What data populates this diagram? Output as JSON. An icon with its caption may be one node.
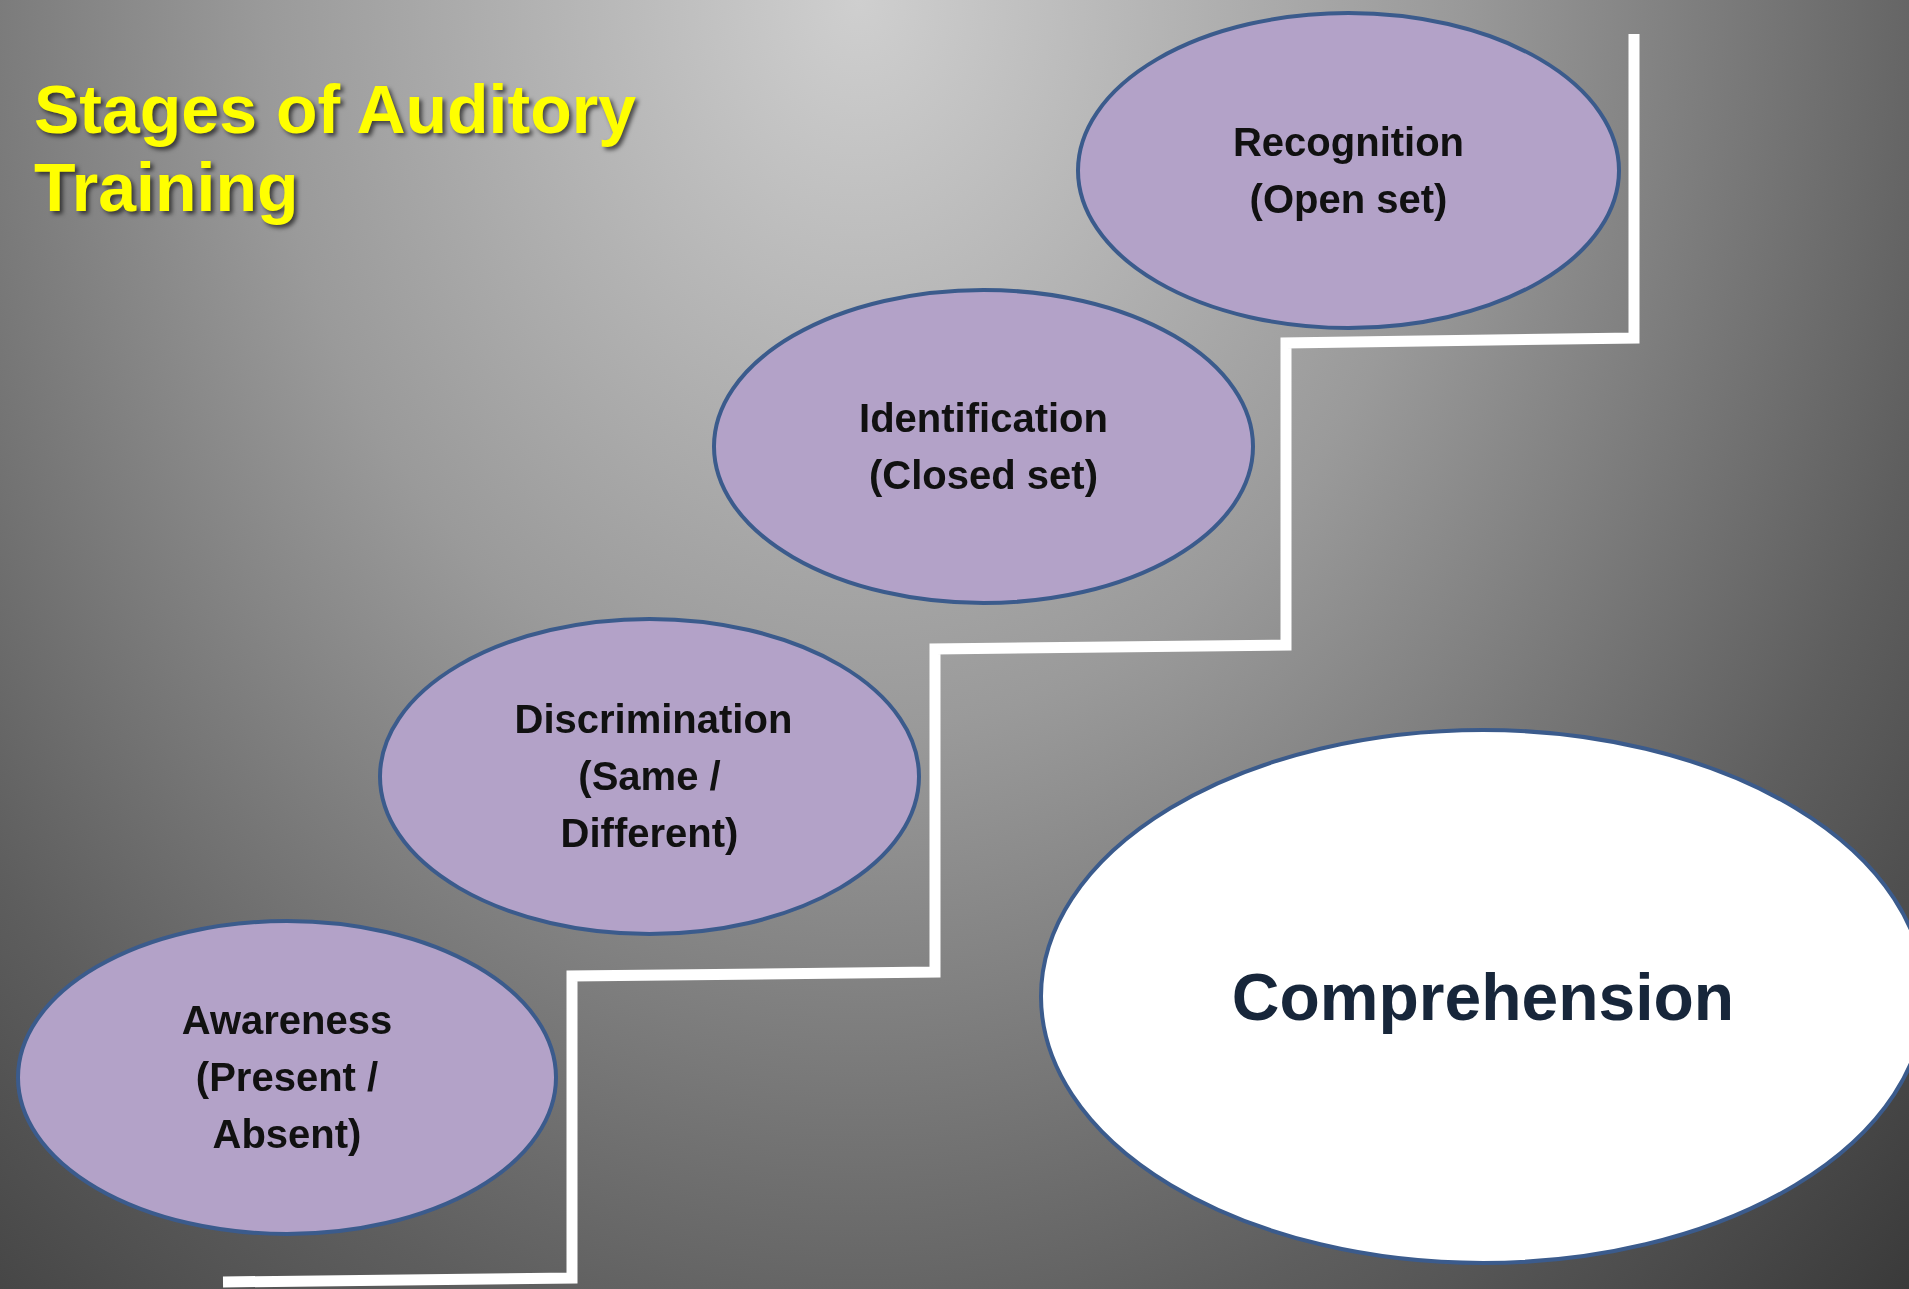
{
  "diagram": {
    "title": "Stages of Auditory Training",
    "nodes": [
      {
        "text": [
          "Recognition (Open set)"
        ]
      },
      {
        "text": [
          "Identification (Closed set)"
        ]
      },
      {
        "text": [
          "Discrimination (Same / Different)"
        ]
      },
      {
        "text": [
          "Awareness (Present / Absent)"
        ]
      },
      {
        "text": [
          "Comprehension"
        ]
      }
    ],
    "edges": []
  }
}
